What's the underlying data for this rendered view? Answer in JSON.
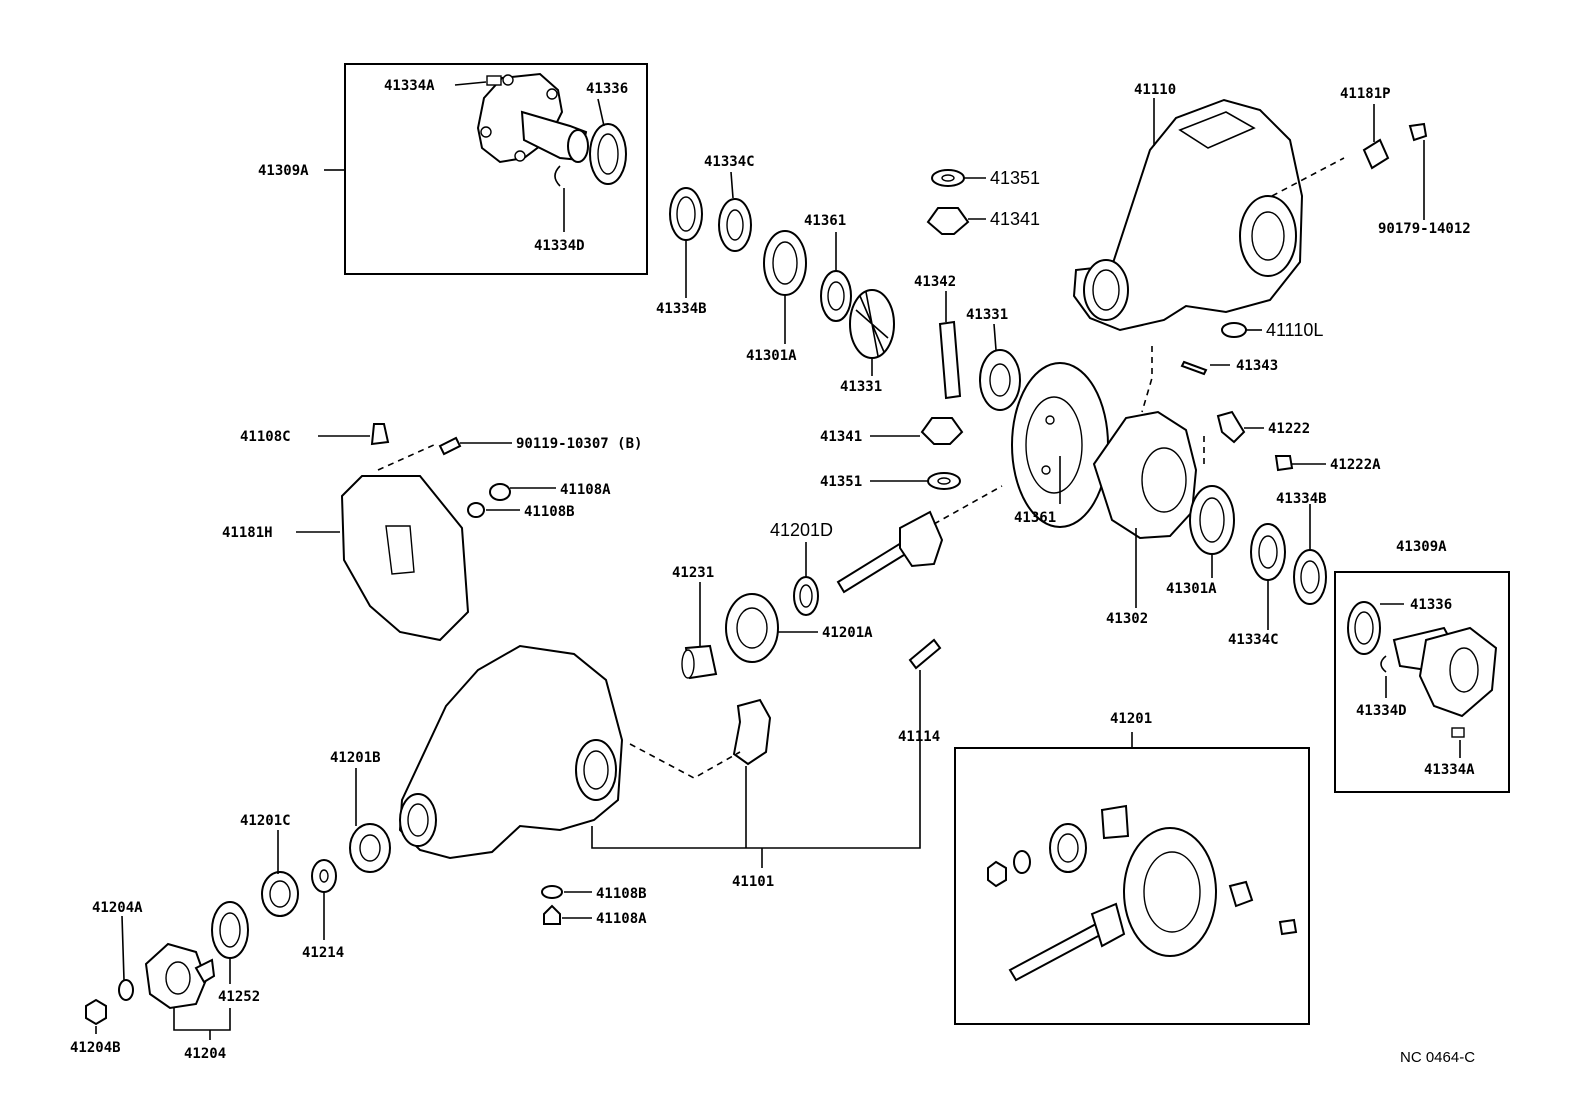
{
  "diagram_code": "NC  0464-C",
  "labels": {
    "l41334A_top": "41334A",
    "l41336_top": "41336",
    "l41309A_left": "41309A",
    "l41334D_top": "41334D",
    "l41334C_top": "41334C",
    "l41334B_top": "41334B",
    "l41301A_top": "41301A",
    "l41361_top": "41361",
    "l41331_a": "41331",
    "l41351_top": "41351",
    "l41341_top": "41341",
    "l41342": "41342",
    "l41331_b": "41331",
    "l41110": "41110",
    "l41181P": "41181P",
    "l90179": "90179-14012",
    "l41110L": "41110L",
    "l41343": "41343",
    "l41222": "41222",
    "l41222A": "41222A",
    "l41334B_right": "41334B",
    "l41108C": "41108C",
    "l90119": "90119-10307 (B)",
    "l41108A_top": "41108A",
    "l41108B_top": "41108B",
    "l41181H": "41181H",
    "l41341_mid": "41341",
    "l41351_mid": "41351",
    "l41361_mid": "41361",
    "l41201D": "41201D",
    "l41231": "41231",
    "l41201A": "41201A",
    "l41302": "41302",
    "l41301A_right": "41301A",
    "l41334C_right": "41334C",
    "l41309A_right": "41309A",
    "l41336_right": "41336",
    "l41334D_right": "41334D",
    "l41334A_right": "41334A",
    "l41114": "41114",
    "l41201": "41201",
    "l41201B": "41201B",
    "l41201C": "41201C",
    "l41204A": "41204A",
    "l41214": "41214",
    "l41252": "41252",
    "l41204B": "41204B",
    "l41204": "41204",
    "l41108B_bot": "41108B",
    "l41108A_bot": "41108A",
    "l41101": "41101"
  }
}
